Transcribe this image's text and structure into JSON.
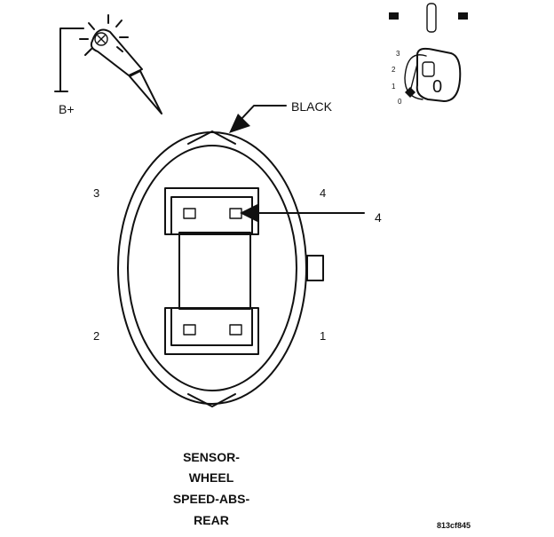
{
  "probe": {
    "label": "B+",
    "icon": "test-light-probe-icon"
  },
  "ignition": {
    "icon": "ignition-key-icon",
    "positions": [
      "3",
      "2",
      "1",
      "0"
    ],
    "key_char": "0"
  },
  "connector": {
    "wire_color_label": "BLACK",
    "cavities": {
      "top_left": "3",
      "top_right": "4",
      "bottom_left": "2",
      "bottom_right": "1"
    },
    "callout_label": "4"
  },
  "caption": {
    "lines": [
      "SENSOR-",
      "WHEEL",
      "SPEED-ABS-",
      "REAR"
    ]
  },
  "figure_code": "813cf845"
}
